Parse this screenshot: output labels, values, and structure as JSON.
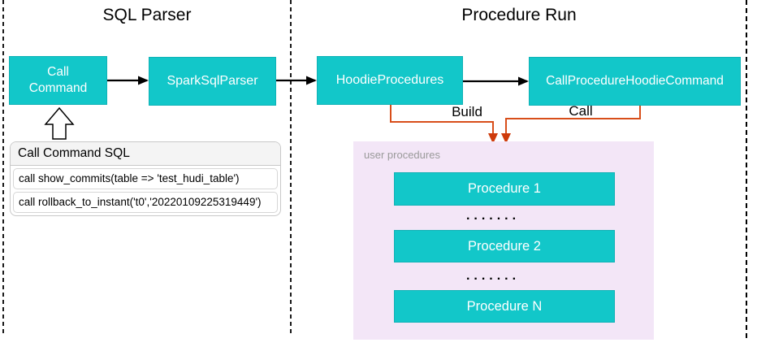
{
  "sections": {
    "sql_parser_title": "SQL Parser",
    "procedure_run_title": "Procedure Run"
  },
  "nodes": {
    "call_command": "Call Command",
    "spark_sql_parser": "SparkSqlParser",
    "hoodie_procedures": "HoodieProcedures",
    "call_procedure_hoodie_command": "CallProcedureHoodieCommand"
  },
  "connectors": {
    "build_label": "Build",
    "call_label": "Call"
  },
  "user_procedures": {
    "panel_label": "user procedures",
    "items": [
      "Procedure 1",
      "Procedure 2",
      "Procedure N"
    ],
    "ellipsis": "......."
  },
  "sql_table": {
    "header": "Call Command SQL",
    "rows": [
      "call show_commits(table => 'test_hudi_table')",
      "call rollback_to_instant('t0','20220109225319449')"
    ]
  },
  "colors": {
    "node_fill": "#12C7C9",
    "connector_orange": "#D84E1A",
    "connector_arrowhead": "#CE3B0B",
    "panel_fill": "#F3E6F7",
    "panel_label_gray": "#9A9A9A",
    "arrow_black": "#000000"
  }
}
